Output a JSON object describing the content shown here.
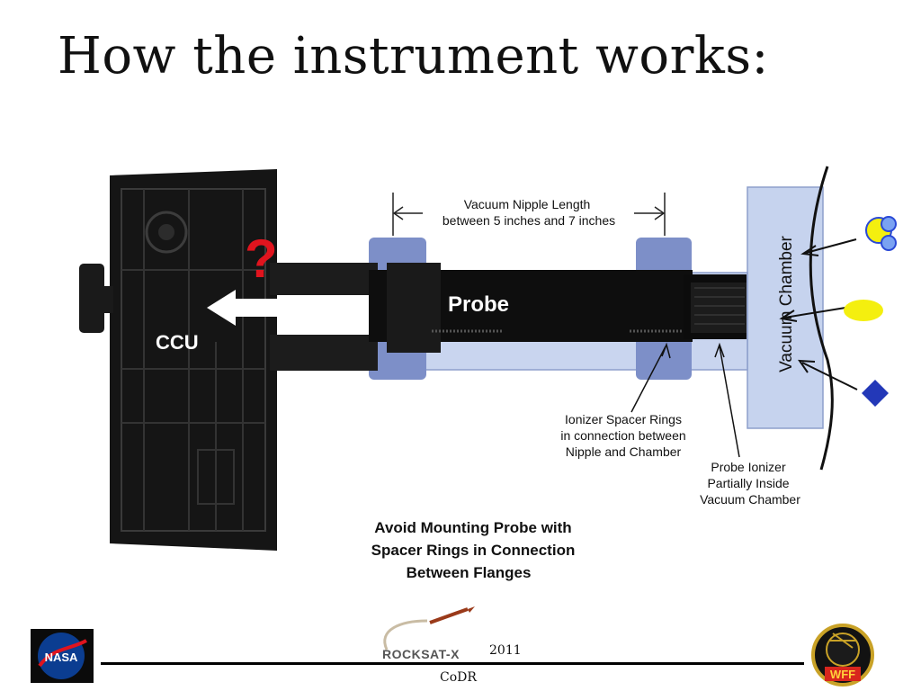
{
  "slide": {
    "title": "How the instrument works:"
  },
  "diagram": {
    "question_mark": "?",
    "probe_label": "Probe",
    "ccu_label": "CCU",
    "dimension_label_line1": "Vacuum Nipple Length",
    "dimension_label_line2": "between 5 inches and 7 inches",
    "vacuum_chamber_label": "Vacuum Chamber",
    "spacer_rings_line1": "Ionizer Spacer Rings",
    "spacer_rings_line2": "in connection between",
    "spacer_rings_line3": "Nipple and Chamber",
    "probe_ionizer_line1": "Probe Ionizer",
    "probe_ionizer_line2": "Partially Inside",
    "probe_ionizer_line3": "Vacuum Chamber",
    "warning_line1": "Avoid Mounting Probe with",
    "warning_line2": "Spacer Rings in Connection",
    "warning_line3": "Between Flanges"
  },
  "footer": {
    "nasa_logo": "NASA",
    "rocksat_logo": "ROCKSAT-X",
    "year": "2011",
    "document_label": "CoDR",
    "wff_logo": "WFF"
  },
  "colors": {
    "chamber_fill": "#c6d3ee",
    "flange_fill": "#7d8fc8",
    "arrow_red": "#e0141e",
    "molecule_yellow": "#f4ef0f",
    "molecule_blue": "#2a49d6",
    "diamond_blue": "#2338b8"
  }
}
